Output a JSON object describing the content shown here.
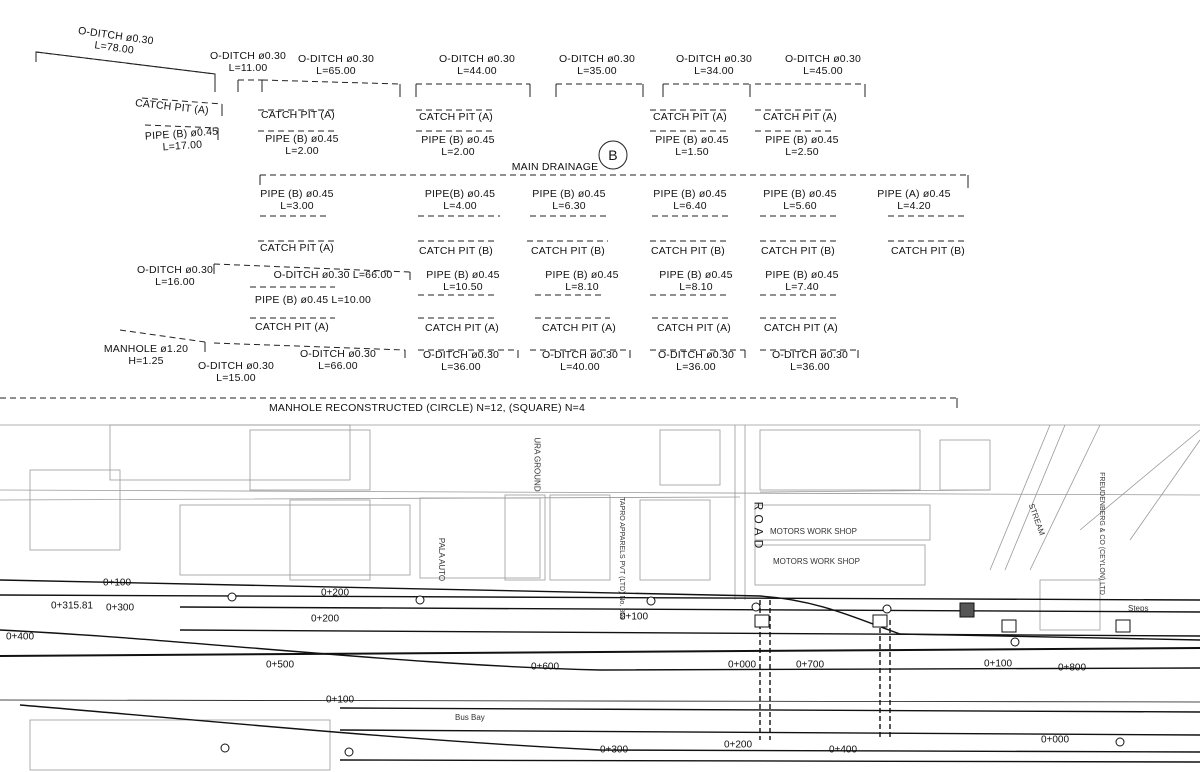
{
  "annotations": [
    {
      "lines": [
        "O-DITCH ø0.30",
        "L=78.00"
      ]
    },
    {
      "lines": [
        "O-DITCH ø0.30",
        "L=11.00"
      ]
    },
    {
      "lines": [
        "O-DITCH ø0.30",
        "L=65.00"
      ]
    },
    {
      "lines": [
        "O-DITCH ø0.30",
        "L=44.00"
      ]
    },
    {
      "lines": [
        "O-DITCH ø0.30",
        "L=35.00"
      ]
    },
    {
      "lines": [
        "O-DITCH ø0.30",
        "L=34.00"
      ]
    },
    {
      "lines": [
        "O-DITCH ø0.30",
        "L=45.00"
      ]
    },
    {
      "lines": [
        "CATCH PIT (A)"
      ]
    },
    {
      "lines": [
        "PIPE (B) ø0.45",
        "L=17.00"
      ]
    },
    {
      "lines": [
        "CATCH PIT (A)"
      ]
    },
    {
      "lines": [
        "PIPE (B) ø0.45",
        "L=2.00"
      ]
    },
    {
      "lines": [
        "CATCH PIT (A)"
      ]
    },
    {
      "lines": [
        "PIPE (B) ø0.45",
        "L=2.00"
      ]
    },
    {
      "lines": [
        "CATCH PIT (A)"
      ]
    },
    {
      "lines": [
        "PIPE (B) ø0.45",
        "L=1.50"
      ]
    },
    {
      "lines": [
        "CATCH PIT (A)"
      ]
    },
    {
      "lines": [
        "PIPE (B) ø0.45",
        "L=2.50"
      ]
    },
    {
      "lines": [
        "MAIN DRAINAGE"
      ]
    },
    {
      "lines": [
        "PIPE (B) ø0.45",
        "L=3.00"
      ]
    },
    {
      "lines": [
        "PIPE(B) ø0.45",
        "L=4.00"
      ]
    },
    {
      "lines": [
        "PIPE (B) ø0.45",
        "L=6.30"
      ]
    },
    {
      "lines": [
        "PIPE (B) ø0.45",
        "L=6.40"
      ]
    },
    {
      "lines": [
        "PIPE (B) ø0.45",
        "L=5.60"
      ]
    },
    {
      "lines": [
        "PIPE (A) ø0.45",
        "L=4.20"
      ]
    },
    {
      "lines": [
        "CATCH PIT (A)"
      ]
    },
    {
      "lines": [
        "CATCH PIT (B)"
      ]
    },
    {
      "lines": [
        "CATCH PIT (B)"
      ]
    },
    {
      "lines": [
        "CATCH PIT (B)"
      ]
    },
    {
      "lines": [
        "CATCH PIT (B)"
      ]
    },
    {
      "lines": [
        "CATCH PIT (B)"
      ]
    },
    {
      "lines": [
        "O-DITCH ø0.30",
        "L=16.00"
      ]
    },
    {
      "lines": [
        "O-DITCH ø0.30 L=66.00"
      ]
    },
    {
      "lines": [
        "PIPE (B) ø0.45",
        "L=10.50"
      ]
    },
    {
      "lines": [
        "PIPE (B) ø0.45",
        "L=8.10"
      ]
    },
    {
      "lines": [
        "PIPE (B) ø0.45",
        "L=8.10"
      ]
    },
    {
      "lines": [
        "PIPE (B) ø0.45",
        "L=7.40"
      ]
    },
    {
      "lines": [
        "PIPE (B) ø0.45 L=10.00"
      ]
    },
    {
      "lines": [
        "CATCH PIT (A)"
      ]
    },
    {
      "lines": [
        "CATCH PIT (A)"
      ]
    },
    {
      "lines": [
        "CATCH PIT (A)"
      ]
    },
    {
      "lines": [
        "CATCH PIT (A)"
      ]
    },
    {
      "lines": [
        "CATCH PIT (A)"
      ]
    },
    {
      "lines": [
        "MANHOLE ø1.20",
        "H=1.25"
      ]
    },
    {
      "lines": [
        "O-DITCH ø0.30",
        "L=15.00"
      ]
    },
    {
      "lines": [
        "O-DITCH ø0.30",
        "L=66.00"
      ]
    },
    {
      "lines": [
        "O-DITCH ø0.30",
        "L=36.00"
      ]
    },
    {
      "lines": [
        "O-DITCH ø0.30",
        "L=40.00"
      ]
    },
    {
      "lines": [
        "O-DITCH ø0.30",
        "L=36.00"
      ]
    },
    {
      "lines": [
        "O-DITCH ø0.30",
        "L=36.00"
      ]
    },
    {
      "lines": [
        "MANHOLE RECONSTRUCTED (CIRCLE) N=12, (SQUARE) N=4"
      ]
    }
  ],
  "drainage_marker": "B",
  "map_labels": {
    "road": "ROAD",
    "motors_1": "MOTORS WORK SHOP",
    "motors_2": "MOTORS WORK SHOP",
    "pala": "PALA AUTO",
    "tapro": "TAPRO APPARELS PVT (LTD) No. 859",
    "freudenberg": "FREUDENBERG & CO (CEYLON) LTD",
    "stream": "STREAM",
    "steps": "Steps",
    "ground": "URA GROUND",
    "bus_bay": "Bus Bay"
  },
  "chainages": [
    "0+100",
    "0+315.81",
    "0+300",
    "0+400",
    "0+200",
    "0+200",
    "0+100",
    "0+500",
    "0+600",
    "0+000",
    "0+700",
    "0+100",
    "0+800",
    "0+100",
    "0+300",
    "0+200",
    "0+400",
    "0+000"
  ]
}
